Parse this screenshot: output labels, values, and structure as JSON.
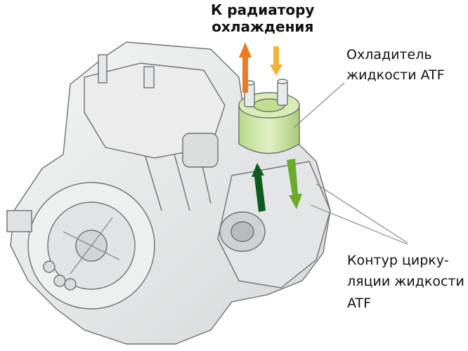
{
  "labels": {
    "to_radiator": [
      "К радиатору",
      "охлаждения"
    ],
    "atf_cooler": [
      "Охладитель",
      "жидкости ATF"
    ],
    "circulation": [
      "Контур цирку-",
      "ляции жидкости",
      "ATF"
    ]
  },
  "arrows": {
    "outflow_color": "#ee7a1f",
    "inflow_color": "#f2b33a",
    "circuit_up_color": "#0f5a22",
    "circuit_down_color": "#6aab2b"
  },
  "colors": {
    "housing_fill": "#e9eaea",
    "housing_stroke": "#6e7072",
    "cooler_fill": "#cfe6a6",
    "leader_line": "#8a8a8a"
  }
}
